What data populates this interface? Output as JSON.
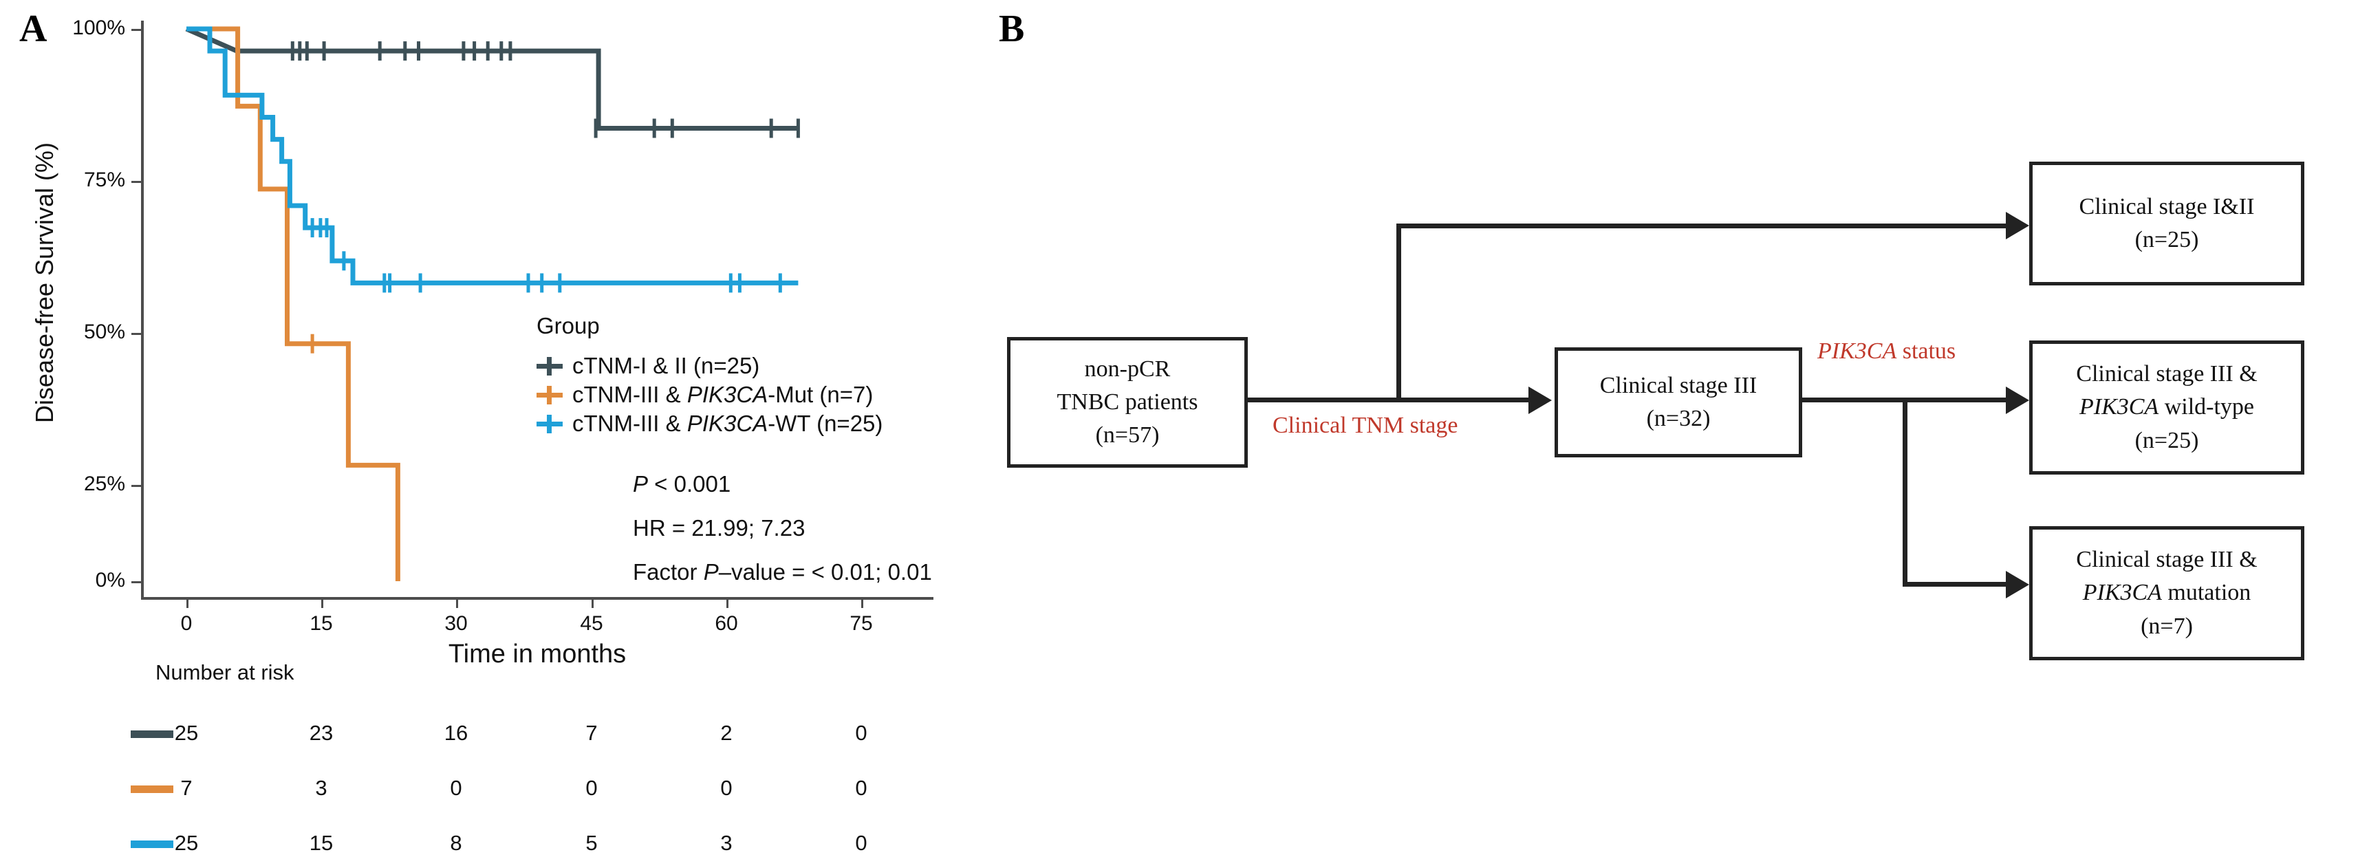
{
  "panels": {
    "a_label": "A",
    "b_label": "B"
  },
  "chart_data": {
    "type": "line",
    "subtype": "kaplan-meier",
    "title": "",
    "xlabel": "Time in months",
    "ylabel": "Disease-free Survival (%)",
    "xlim": [
      0,
      80
    ],
    "ylim": [
      0,
      100
    ],
    "xticks": [
      0,
      15,
      30,
      45,
      60,
      75
    ],
    "xticklabels": [
      "0",
      "15",
      "30",
      "45",
      "60",
      "75"
    ],
    "yticks": [
      0,
      25,
      50,
      75,
      100
    ],
    "yticklabels": [
      "0%",
      "25%",
      "50%",
      "75%",
      "100%"
    ],
    "grid": false,
    "legend_position": "inside-right",
    "legend_title": "Group",
    "series": [
      {
        "name": "cTNM-I & II (n=25)",
        "color": "#3d5057",
        "n": 25,
        "steps": [
          [
            0,
            100
          ],
          [
            5.6,
            96
          ],
          [
            45.8,
            96
          ],
          [
            45.8,
            82
          ],
          [
            68,
            82
          ]
        ],
        "censors": [
          [
            11.8,
            96
          ],
          [
            12.6,
            96
          ],
          [
            13.4,
            96
          ],
          [
            15.3,
            96
          ],
          [
            21.5,
            96
          ],
          [
            24.3,
            96
          ],
          [
            25.8,
            96
          ],
          [
            30.8,
            96
          ],
          [
            32.0,
            96
          ],
          [
            33.5,
            96
          ],
          [
            35.0,
            96
          ],
          [
            36.0,
            96
          ],
          [
            45.5,
            82
          ],
          [
            52.0,
            82
          ],
          [
            54.0,
            82
          ],
          [
            65.0,
            82
          ],
          [
            68.0,
            82
          ]
        ]
      },
      {
        "name": "cTNM-III & PIK3CA-Mut (n=7)",
        "color": "#e08a3c",
        "n": 7,
        "steps": [
          [
            0,
            100
          ],
          [
            5.7,
            100
          ],
          [
            5.7,
            86
          ],
          [
            8.2,
            86
          ],
          [
            8.2,
            71
          ],
          [
            11.2,
            71
          ],
          [
            11.2,
            43
          ],
          [
            18.0,
            43
          ],
          [
            18.0,
            21
          ],
          [
            23.5,
            21
          ],
          [
            23.5,
            0
          ]
        ],
        "censors": [
          [
            14.0,
            43
          ]
        ]
      },
      {
        "name": "cTNM-III & PIK3CA-WT (n=25)",
        "color": "#1fa0d8",
        "n": 25,
        "steps": [
          [
            0,
            100
          ],
          [
            2.6,
            100
          ],
          [
            2.6,
            96
          ],
          [
            4.3,
            96
          ],
          [
            4.3,
            88
          ],
          [
            8.4,
            88
          ],
          [
            8.4,
            84
          ],
          [
            9.6,
            84
          ],
          [
            9.6,
            80
          ],
          [
            10.6,
            80
          ],
          [
            10.6,
            76
          ],
          [
            11.5,
            76
          ],
          [
            11.5,
            68
          ],
          [
            13.2,
            68
          ],
          [
            13.2,
            64
          ],
          [
            16.2,
            64
          ],
          [
            16.2,
            58
          ],
          [
            18.5,
            58
          ],
          [
            18.5,
            54
          ],
          [
            68,
            54
          ]
        ],
        "censors": [
          [
            14.0,
            64
          ],
          [
            14.9,
            64
          ],
          [
            15.6,
            64
          ],
          [
            17.5,
            58
          ],
          [
            22.0,
            54
          ],
          [
            22.6,
            54
          ],
          [
            26.0,
            54
          ],
          [
            38.0,
            54
          ],
          [
            39.5,
            54
          ],
          [
            41.5,
            54
          ],
          [
            60.5,
            54
          ],
          [
            61.5,
            54
          ],
          [
            66.0,
            54
          ]
        ]
      }
    ],
    "annotations": [
      "P < 0.001",
      "HR = 21.99; 7.23",
      "Factor P-value = < 0.01; 0.01"
    ],
    "stats": {
      "p_value_label": "P",
      "p_value_rest": " < 0.001",
      "hr_label": "HR = 21.99; 7.23",
      "factor_prefix": "Factor ",
      "factor_italic": "P",
      "factor_rest": "–value = < 0.01; 0.01"
    },
    "risk_table": {
      "title": "Number at risk",
      "times": [
        0,
        15,
        30,
        45,
        60,
        75
      ],
      "rows": [
        {
          "color": "#3d5057",
          "values": [
            "25",
            "23",
            "16",
            "7",
            "2",
            "0"
          ]
        },
        {
          "color": "#e08a3c",
          "values": [
            "7",
            "3",
            "0",
            "0",
            "0",
            "0"
          ]
        },
        {
          "color": "#1fa0d8",
          "values": [
            "25",
            "15",
            "8",
            "5",
            "3",
            "0"
          ]
        }
      ]
    }
  },
  "legend": {
    "title": "Group",
    "items": [
      {
        "color": "#3d5057",
        "pre": "cTNM-I & II (n=25)",
        "italic": "",
        "post": ""
      },
      {
        "color": "#e08a3c",
        "pre": "cTNM-III & ",
        "italic": "PIK3CA",
        "post": "-Mut (n=7)"
      },
      {
        "color": "#1fa0d8",
        "pre": "cTNM-III & ",
        "italic": "PIK3CA",
        "post": "-WT (n=25)"
      }
    ]
  },
  "flowchart": {
    "accent_color": "#c0392b",
    "box_border_color": "#222222",
    "nodes": [
      {
        "id": "non-pcr-tnbc",
        "lines": [
          "non-pCR",
          "TNBC patients",
          "(n=57)"
        ]
      },
      {
        "id": "clinical-stage-i-ii",
        "lines": [
          "Clinical stage I&II",
          "(n=25)"
        ]
      },
      {
        "id": "clinical-stage-iii",
        "lines": [
          "Clinical stage III",
          "(n=32)"
        ]
      },
      {
        "id": "stage-iii-pik3ca-wt",
        "line1": "Clinical stage III &",
        "line2_italic": "PIK3CA",
        "line2_rest": " wild-type",
        "line3": "(n=25)"
      },
      {
        "id": "stage-iii-pik3ca-mut",
        "line1": "Clinical stage III &",
        "line2_italic": "PIK3CA",
        "line2_rest": " mutation",
        "line3": "(n=7)"
      }
    ],
    "edge_labels": [
      {
        "id": "clinical-tnm-stage",
        "text": "Clinical TNM stage",
        "italic": ""
      },
      {
        "id": "pik3ca-status",
        "italic": "PIK3CA",
        "text": " status"
      }
    ]
  }
}
